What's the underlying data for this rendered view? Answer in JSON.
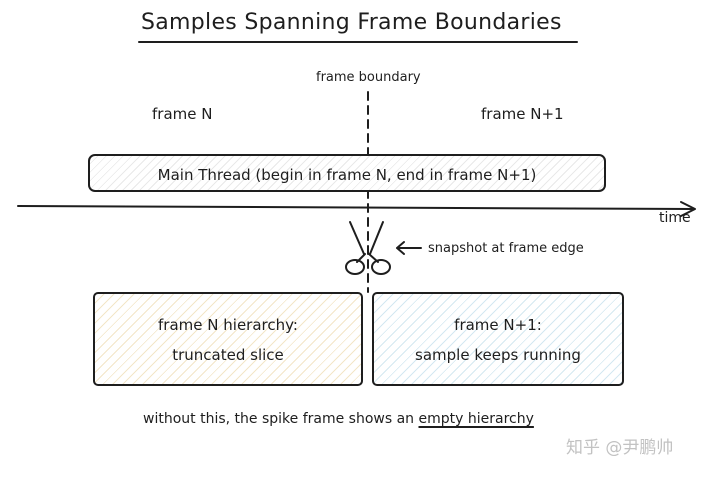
{
  "title": "Samples Spanning Frame Boundaries",
  "boundary_label": "frame boundary",
  "frame_left_label": "frame N",
  "frame_right_label": "frame N+1",
  "main_thread_label": "Main Thread (begin in frame N, end in frame N+1)",
  "time_label": "time",
  "snapshot_label": "snapshot at frame edge",
  "scissors_icon": "scissors-icon",
  "left_box": {
    "line1": "frame N hierarchy:",
    "line2": "truncated slice",
    "hatch_color": "#f3e6c8"
  },
  "right_box": {
    "line1": "frame N+1:",
    "line2": "sample keeps running",
    "hatch_color": "#d4e8f1"
  },
  "footer": {
    "prefix": "without this, the spike frame shows an ",
    "emphasis": "empty hierarchy"
  },
  "watermark": "知乎 @尹鹏帅",
  "colors": {
    "ink": "#1e1e1e",
    "background": "#ffffff"
  }
}
